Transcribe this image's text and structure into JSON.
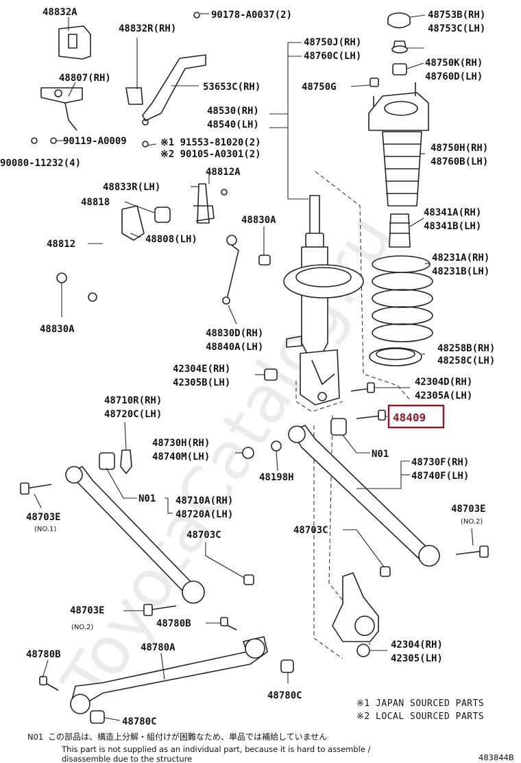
{
  "watermark": "ToyotaCatalog.ru",
  "labels": {
    "l_48832A": "48832A",
    "l_90178": "90178-A0037(2)",
    "l_48753B": "48753B(RH)",
    "l_48753C": "48753C(LH)",
    "l_48832R": "48832R(RH)",
    "l_48750J": "48750J(RH)",
    "l_48760C": "48760C(LH)",
    "l_48750K": "48750K(RH)",
    "l_48760D": "48760D(LH)",
    "l_48807": "48807(RH)",
    "l_53653C": "53653C(RH)",
    "l_48750G": "48750G",
    "l_48530": "48530(RH)",
    "l_48540": "48540(LH)",
    "l_91553": "※1 91553-81020(2)",
    "l_90105": "※2 90105-A0301(2)",
    "l_90119": "90119-A0009",
    "l_90080": "90080-11232(4)",
    "l_48750H": "48750H(RH)",
    "l_48760B": "48760B(LH)",
    "l_48812A": "48812A",
    "l_48833R": "48833R(LH)",
    "l_48818": "48818",
    "l_48341A": "48341A(RH)",
    "l_48341B": "48341B(LH)",
    "l_48830A_top": "48830A",
    "l_48812": "48812",
    "l_48808": "48808(LH)",
    "l_48231A": "48231A(RH)",
    "l_48231B": "48231B(LH)",
    "l_48830A_low": "48830A",
    "l_48830D": "48830D(RH)",
    "l_48840A": "48840A(LH)",
    "l_48258B": "48258B(RH)",
    "l_48258C": "48258C(LH)",
    "l_42304E": "42304E(RH)",
    "l_42305B": "42305B(LH)",
    "l_42304D": "42304D(RH)",
    "l_42305A": "42305A(LH)",
    "l_48710R": "48710R(RH)",
    "l_48720C": "48720C(LH)",
    "l_48409": "48409",
    "l_48730H": "48730H(RH)",
    "l_48740M": "48740M(LH)",
    "l_N01_right": "N01",
    "l_48730F": "48730F(RH)",
    "l_48740F": "48740F(LH)",
    "l_48198H": "48198H",
    "l_N01_left": "N01",
    "l_48710A": "48710A(RH)",
    "l_48720A": "48720A(LH)",
    "l_48703E_left": "48703E",
    "l_no1": "(NO.1)",
    "l_48703E_right": "48703E",
    "l_no2_right": "(NO.2)",
    "l_48703C_right": "48703C",
    "l_48703C_mid": "48703C",
    "l_48703E_bottom": "48703E",
    "l_no2_bottom": "(NO.2)",
    "l_48780B_mid": "48780B",
    "l_48780B_left": "48780B",
    "l_48780A": "48780A",
    "l_42304": "42304(RH)",
    "l_42305": "42305(LH)",
    "l_48780C_right": "48780C",
    "l_48780C_bottom": "48780C"
  },
  "notes": {
    "source1": "※1 JAPAN SOURCED PARTS",
    "source2": "※2 LOCAL SOURCED PARTS",
    "n01_code": "N01",
    "n01_ja": "この部品は、構造上分解・組付けが困難なため、単品では補給していません",
    "n01_en1": "This part is not supplied as an individual part, because it is hard to assemble /",
    "n01_en2": "disassemble due to the structure",
    "diagram_id": "483844B"
  },
  "highlight": {
    "part": "48409",
    "color": "#8b1a2b"
  }
}
